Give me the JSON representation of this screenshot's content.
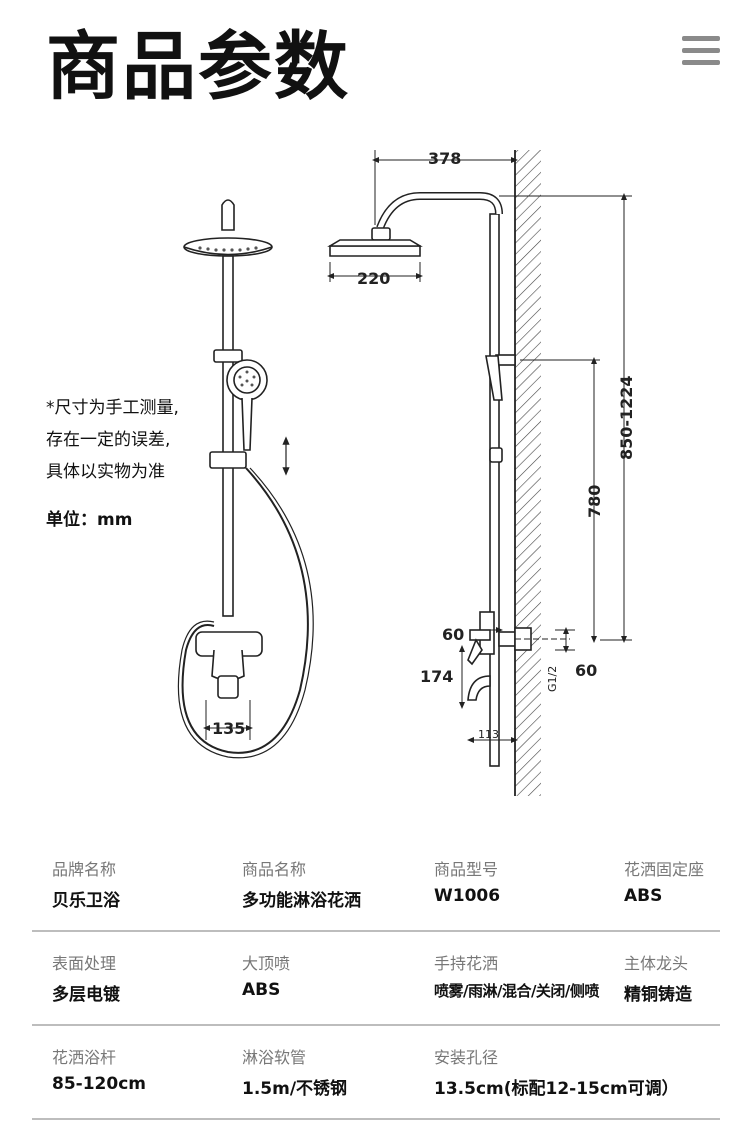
{
  "title": "商品参数",
  "menu": {
    "icon": "hamburger-menu-icon"
  },
  "note_lines": [
    "*尺寸为手工测量,",
    "存在一定的误差,",
    "具体以实物为准"
  ],
  "unit": "单位：mm",
  "dimensions": {
    "front_hose_width": "135",
    "side_arm_length": "378",
    "head_diameter": "220",
    "height_range": "850-1224",
    "mixer_height": "780",
    "mixer_offset": "60",
    "outlet_offset": "60",
    "thread": "G1/2",
    "spout_height": "174",
    "spout_length": "113"
  },
  "specs": [
    [
      {
        "label": "品牌名称",
        "value": "贝乐卫浴"
      },
      {
        "label": "商品名称",
        "value": "多功能淋浴花洒"
      },
      {
        "label": "商品型号",
        "value": "W1006"
      },
      {
        "label": "花洒固定座",
        "value": "ABS"
      }
    ],
    [
      {
        "label": "表面处理",
        "value": "多层电镀"
      },
      {
        "label": "大顶喷",
        "value": "ABS"
      },
      {
        "label": "手持花洒",
        "value": "喷雾/雨淋/混合/关闭/侧喷"
      },
      {
        "label": "主体龙头",
        "value": "精铜铸造"
      }
    ],
    [
      {
        "label": "花洒浴杆",
        "value": "85-120cm"
      },
      {
        "label": "淋浴软管",
        "value": "1.5m/不锈钢"
      },
      {
        "label": "安装孔径",
        "value": "13.5cm(标配12-15cm可调）"
      }
    ]
  ]
}
